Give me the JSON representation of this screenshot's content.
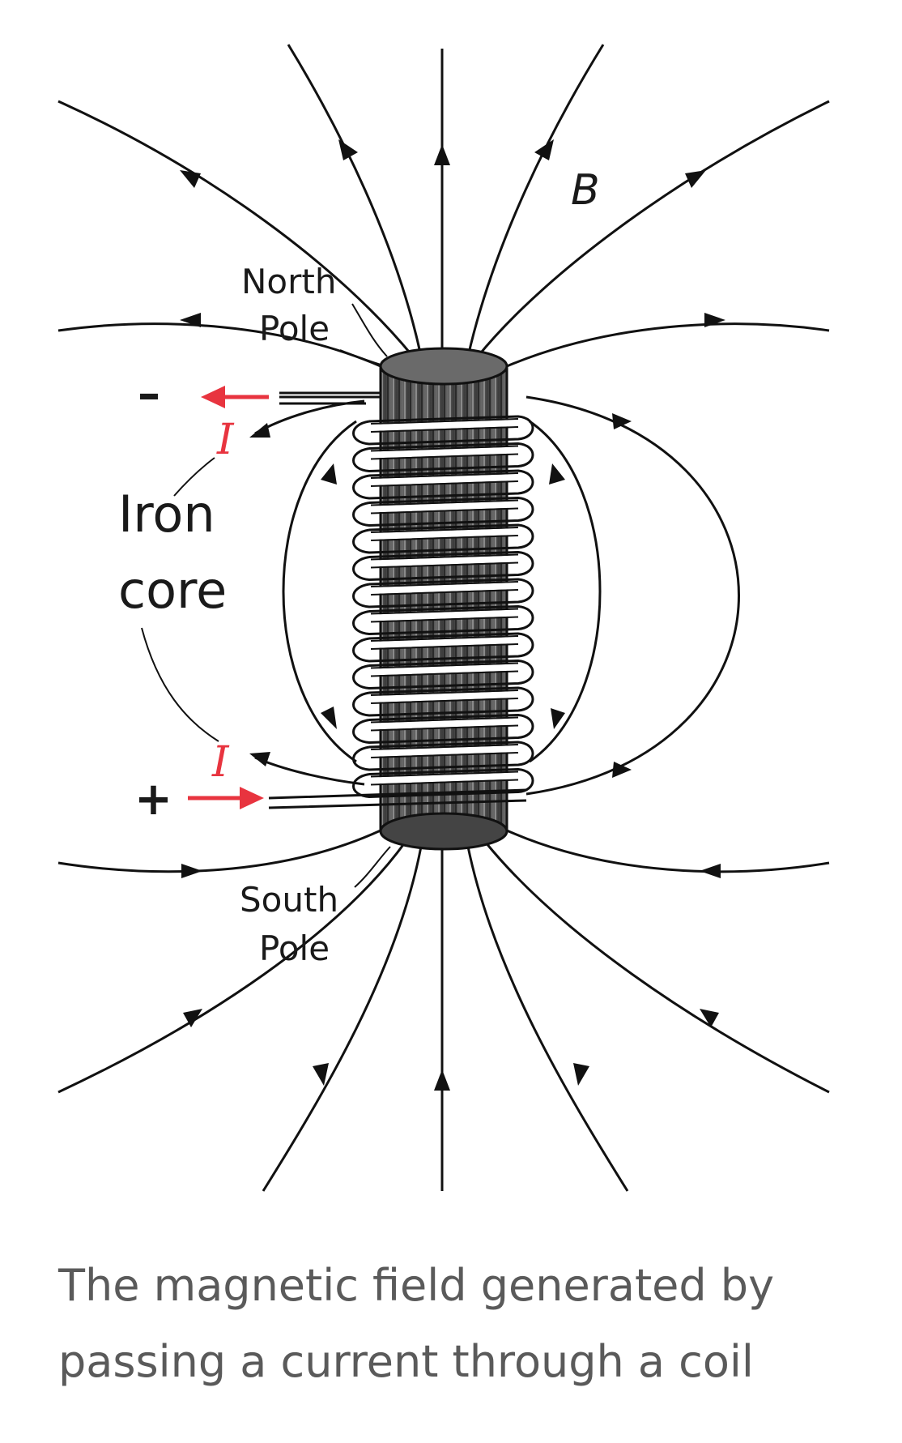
{
  "labels": {
    "b_field": "B",
    "north_line1": "North",
    "north_line2": "Pole",
    "south_line1": "South",
    "south_line2": "Pole",
    "iron_line1": "Iron",
    "iron_line2": "core",
    "current_top": "I",
    "current_bottom": "I",
    "minus": "–",
    "plus": "+"
  },
  "caption": {
    "line1": "The magnetic field generated by",
    "line2": "passing a current through a coil"
  },
  "colors": {
    "field_line": "#111111",
    "current_arrow": "#e8343f",
    "core_fill": "#555555",
    "coil": "#ffffff",
    "caption_text": "#5a5a5a"
  }
}
